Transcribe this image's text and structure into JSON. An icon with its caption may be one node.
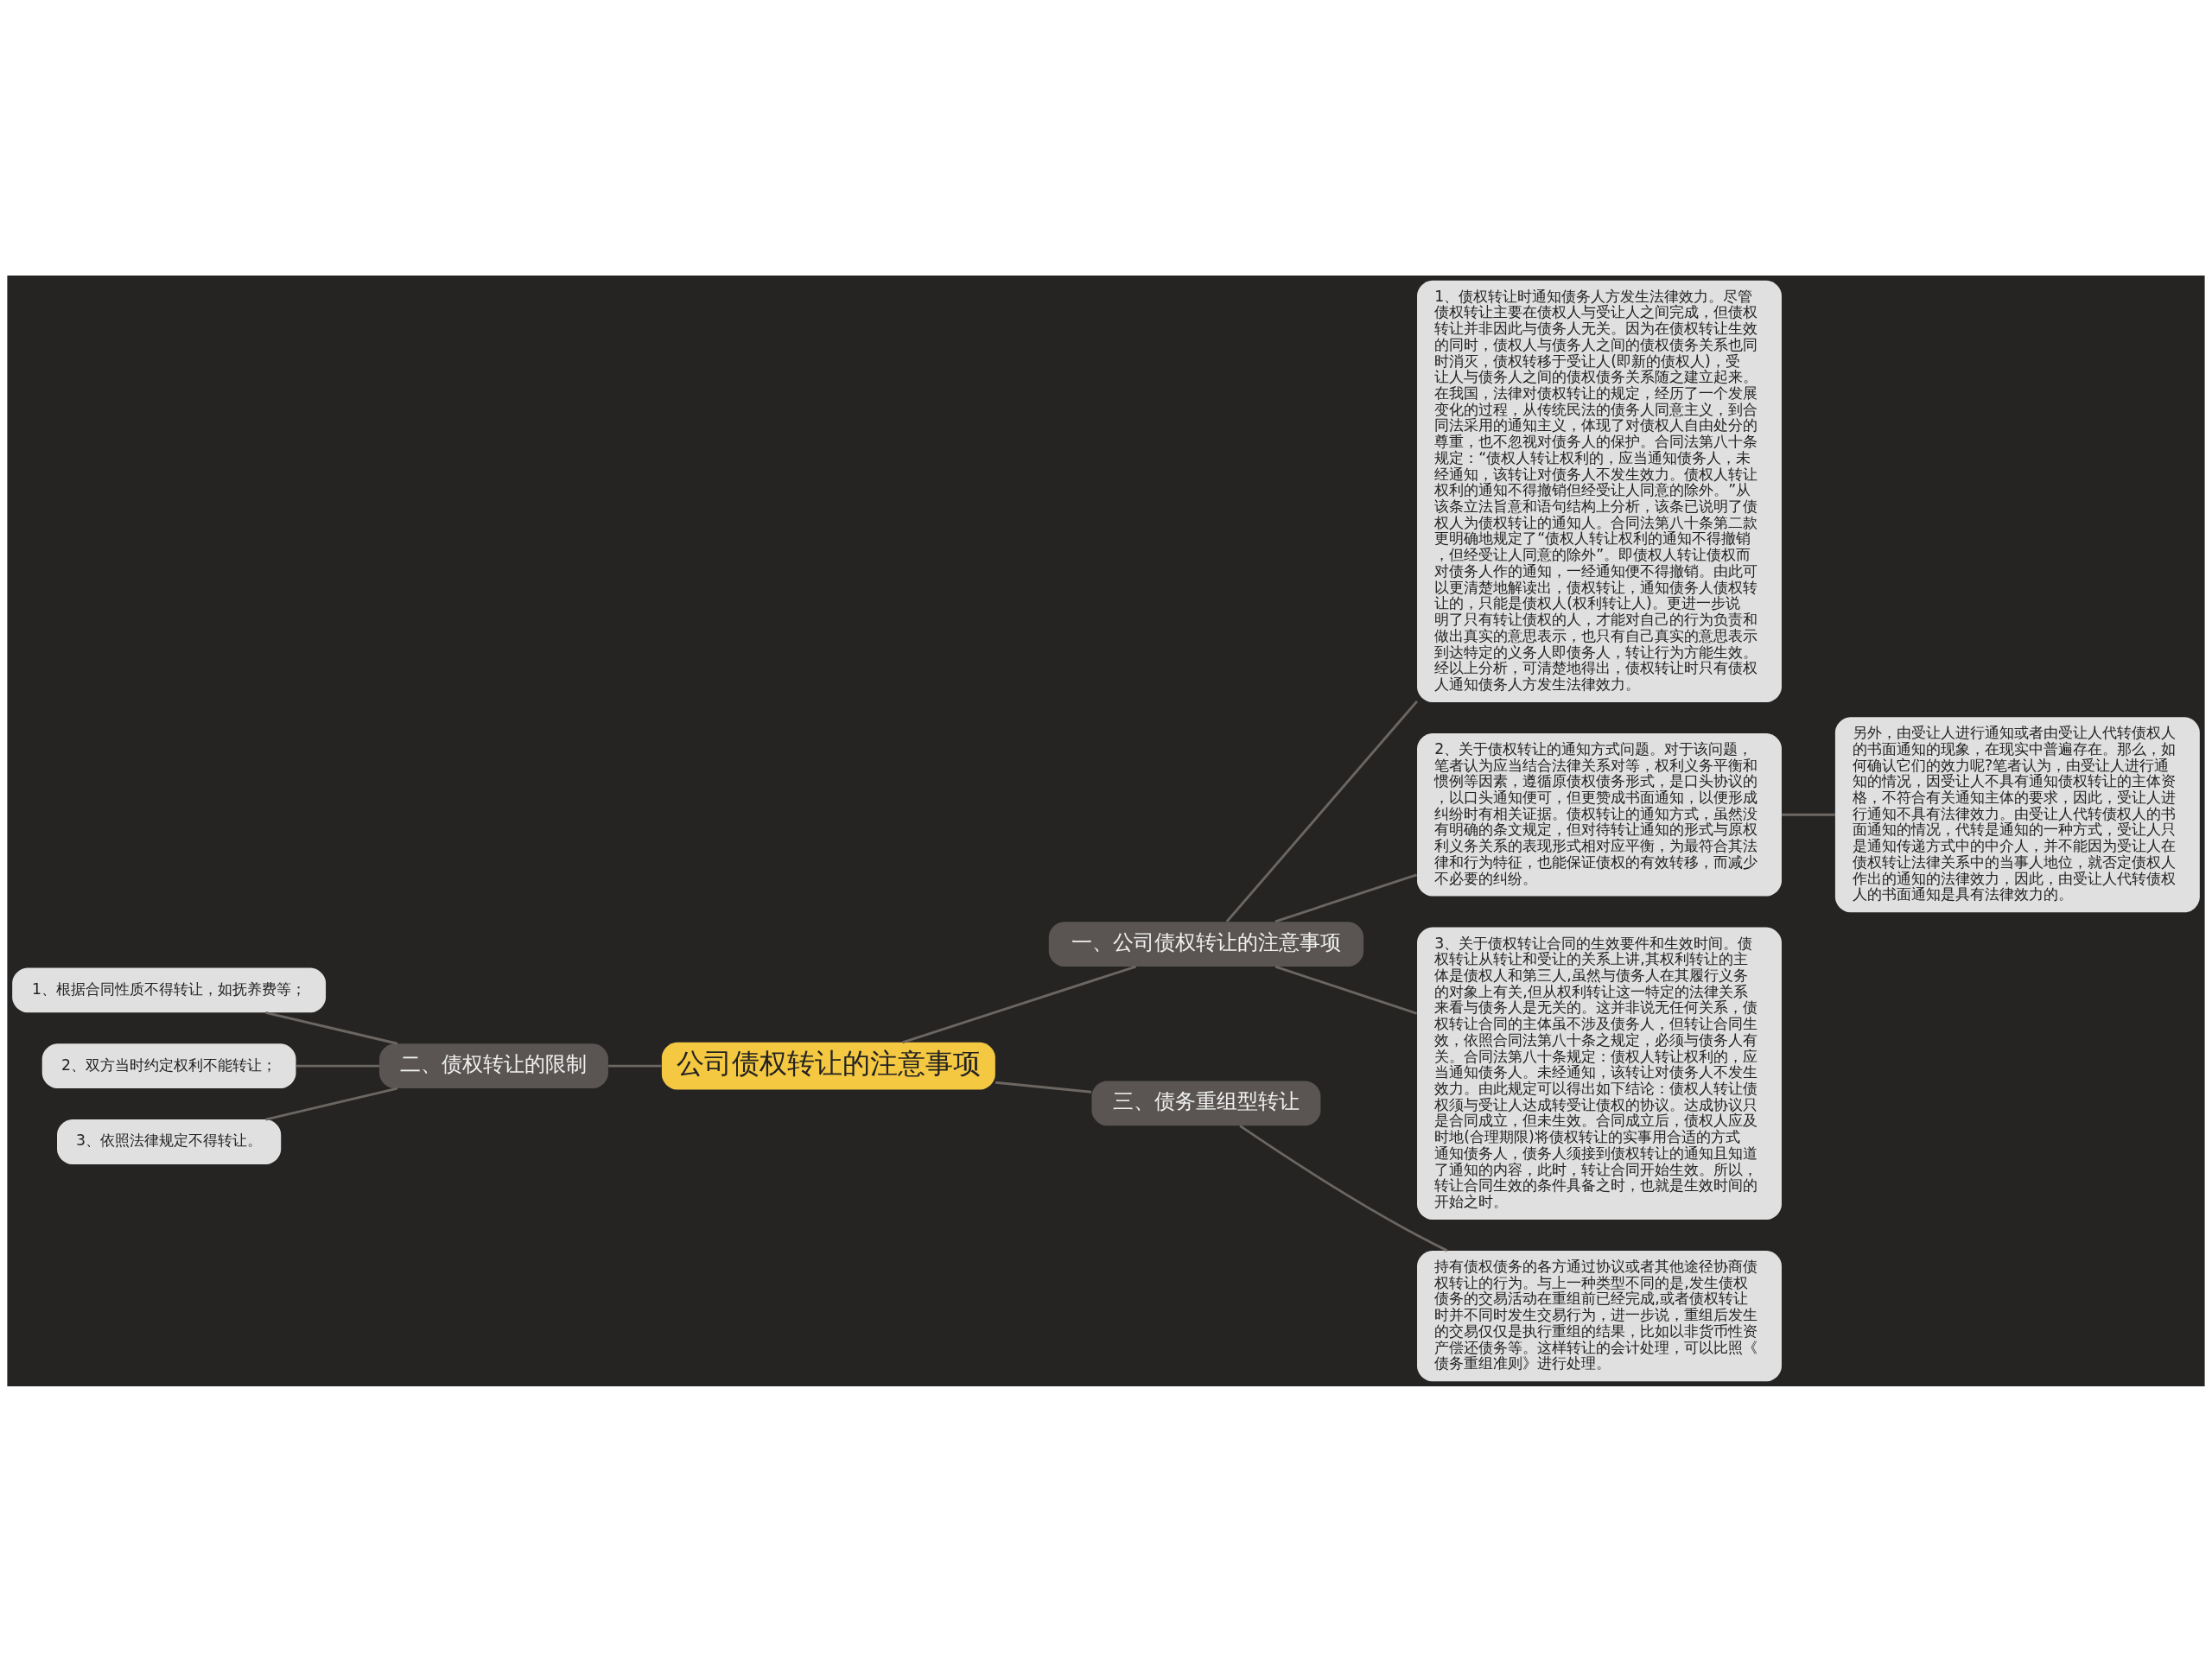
{
  "diagram": {
    "nodes": [
      {
        "text": [
          "公司债权转让的注意事项"
        ]
      },
      {
        "text": [
          "一、公司债权转让的注意事项"
        ]
      },
      {
        "text": [
          "1、债权转让时通知债务人方发生法律效力。尽管债权转让主要在债权人与受让人之间完成，但债权转让并非因此与债务人无关。因为在债权转让生效的同时，债权人与债务人之间的债权债务关系也同时消灭，债权转移于受让人(即新的债权人)，受让人与债务人之间的债权债务关系随之建立起来。在我国，法律对债权转让的规定，经历了一个发展变化的过程，从传统民法的债务人同意主义，到合同法采用的通知主义，体现了对债权人自由处分的尊重，也不忽视对债务人的保护。合同法第八十条规定：“债权人转让权利的，应当通知债务人，未经通知，该转让对债务人不发生效力。债权人转让权利的通知不得撤销但经受让人同意的除外。”从该条立法旨意和语句结构上分析，该条已说明了债权人为债权转让的通知人。合同法第八十条第二款更明确地规定了“债权人转让权利的通知不得撤销，但经受让人同意的除外”。即债权人转让债权而对债务人作的通知，一经通知便不得撤销。由此可以更清楚地解读出，债权转让，通知债务人债权转让的，只能是债权人(权利转让人)。更进一步说明了只有转让债权的人，才能对自己的行为负责和做出真实的意思表示，也只有自己真实的意思表示到达特定的义务人即债务人，转让行为方能生效。经以上分析，可清楚地得出，债权转让时只有债权人通知债务人方发生法律效力。"
        ]
      },
      {
        "text": [
          "2、关于债权转让的通知方式问题。对于该问题，笔者认为应当结合法律关系对等，权利义务平衡和惯例等因素，遵循原债权债务形式，是口头协议的，以口头通知便可，但更赞成书面通知，以便形成纠纷时有相关证据。债权转让的通知方式，虽然没有明确的条文规定，但对待转让通知的形式与原权利义务关系的表现形式相对应平衡，为最符合其法律和行为特征，也能保证债权的有效转移，而减少不必要的纠纷。"
        ]
      },
      {
        "text": [
          "另外，由受让人进行通知或者由受让人代转债权人的书面通知的现象，在现实中普遍存在。那么，如何确认它们的效力呢?笔者认为，由受让人进行通知的情况，因受让人不具有通知债权转让的主体资格，不符合有关通知主体的要求，因此，受让人进行通知不具有法律效力。由受让人代转债权人的书面通知的情况，代转是通知的一种方式，受让人只是通知传递方式中的中介人，并不能因为受让人在债权转让法律关系中的当事人地位，就否定债权人作出的通知的法律效力，因此，由受让人代转债权人的书面通知是具有法律效力的。"
        ]
      },
      {
        "text": [
          "3、关于债权转让合同的生效要件和生效时间。债权转让从转让和受让的关系上讲,其权利转让的主体是债权人和第三人,虽然与债务人在其履行义务的对象上有关,但从权利转让这一特定的法律关系来看与债务人是无关的。这并非说无任何关系，债权转让合同的主体虽不涉及债务人，但转让合同生效，依照合同法第八十条之规定，必须与债务人有关。合同法第八十条规定：债权人转让权利的，应当通知债务人。未经通知，该转让对债务人不发生效力。由此规定可以得出如下结论：债权人转让债权须与受让人达成转受让债权的协议。达成协议只是合同成立，但未生效。合同成立后，债权人应及时地(合理期限)将债权转让的实事用合适的方式通知债务人，债务人须接到债权转让的通知且知道了通知的内容，此时，转让合同开始生效。所以，转让合同生效的条件具备之时，也就是生效时间的开始之时。"
        ]
      },
      {
        "text": [
          "二、债权转让的限制"
        ]
      },
      {
        "text": [
          "1、根据合同性质不得转让，如抚养费等；"
        ]
      },
      {
        "text": [
          "2、双方当时约定权利不能转让；"
        ]
      },
      {
        "text": [
          "3、依照法律规定不得转让。"
        ]
      },
      {
        "text": [
          "三、债务重组型转让"
        ]
      },
      {
        "text": [
          "持有债权债务的各方通过协议或者其他途径协商债权转让的行为。与上一种类型不同的是,发生债权债务的交易活动在重组前已经完成,或者债权转让时并不同时发生交易行为，进一步说，重组后发生的交易仅仅是执行重组的结果，比如以非货币性资产偿还债务等。这样转让的会计处理，可以比照《债务重组准则》进行处理。"
        ]
      }
    ],
    "edges": [
      {
        "from": 0,
        "to": 1,
        "arrow": "none"
      },
      {
        "from": 1,
        "to": 2,
        "arrow": "none"
      },
      {
        "from": 1,
        "to": 3,
        "arrow": "none"
      },
      {
        "from": 3,
        "to": 4,
        "arrow": "none"
      },
      {
        "from": 1,
        "to": 5,
        "arrow": "none"
      },
      {
        "from": 0,
        "to": 6,
        "arrow": "none"
      },
      {
        "from": 6,
        "to": 7,
        "arrow": "none"
      },
      {
        "from": 6,
        "to": 8,
        "arrow": "none"
      },
      {
        "from": 6,
        "to": 9,
        "arrow": "none"
      },
      {
        "from": 0,
        "to": 10,
        "arrow": "none"
      },
      {
        "from": 10,
        "to": 11,
        "arrow": "none"
      }
    ]
  }
}
